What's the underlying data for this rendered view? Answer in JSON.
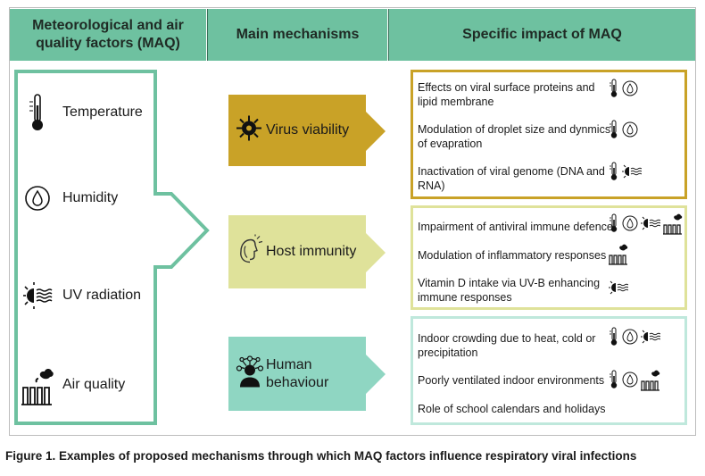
{
  "headers": {
    "factors": "Meteorological and air quality factors (MAQ)",
    "mechanisms": "Main mechanisms",
    "impact": "Specific impact of MAQ"
  },
  "factors": [
    {
      "label": "Temperature",
      "icon": "thermometer-icon"
    },
    {
      "label": "Humidity",
      "icon": "droplet-icon"
    },
    {
      "label": "UV radiation",
      "icon": "uv-sun-icon"
    },
    {
      "label": "Air quality",
      "icon": "factory-icon"
    }
  ],
  "mechanisms": [
    {
      "label": "Virus viability",
      "color": "#c9a227",
      "icon": "virus-icon"
    },
    {
      "label": "Host immunity",
      "color": "#dfe29a",
      "icon": "immunity-head-icon"
    },
    {
      "label": "Human behaviour",
      "label_line1": "Human",
      "label_line2": "behaviour",
      "color": "#8fd6c2",
      "icon": "people-network-icon"
    }
  ],
  "impacts": {
    "virus_viability": [
      {
        "text": "Effects on viral surface proteins and lipid membrane",
        "icons": [
          "thermometer-icon",
          "droplet-icon"
        ]
      },
      {
        "text": "Modulation of droplet size and dynmics of evapration",
        "icons": [
          "thermometer-icon",
          "droplet-icon"
        ]
      },
      {
        "text": "Inactivation of viral genome (DNA and RNA)",
        "icons": [
          "thermometer-icon",
          "uv-sun-icon"
        ]
      }
    ],
    "host_immunity": [
      {
        "text": "Impairment of antiviral immune defence",
        "icons": [
          "thermometer-icon",
          "droplet-icon",
          "uv-sun-icon",
          "factory-icon"
        ]
      },
      {
        "text": "Modulation of inflammatory responses",
        "icons": [
          "factory-icon"
        ]
      },
      {
        "text": "Vitamin D intake via UV-B enhancing immune responses",
        "icons": [
          "uv-sun-icon"
        ]
      }
    ],
    "human_behaviour": [
      {
        "text": "Indoor crowding due to heat, cold or precipitation",
        "icons": [
          "thermometer-icon",
          "droplet-icon",
          "uv-sun-icon"
        ]
      },
      {
        "text": "Poorly ventilated indoor environments",
        "icons": [
          "thermometer-icon",
          "droplet-icon",
          "factory-icon"
        ]
      },
      {
        "text": "Role of school calendars and holidays",
        "icons": []
      }
    ]
  },
  "colors": {
    "header": "#6ec1a0",
    "green_outline": "#6ec1a0",
    "gold": "#c9a227",
    "pale_yellow": "#dfe29a",
    "teal": "#8fd6c2"
  },
  "caption": "Figure 1. Examples of proposed mechanisms through which MAQ factors influence respiratory viral infections"
}
